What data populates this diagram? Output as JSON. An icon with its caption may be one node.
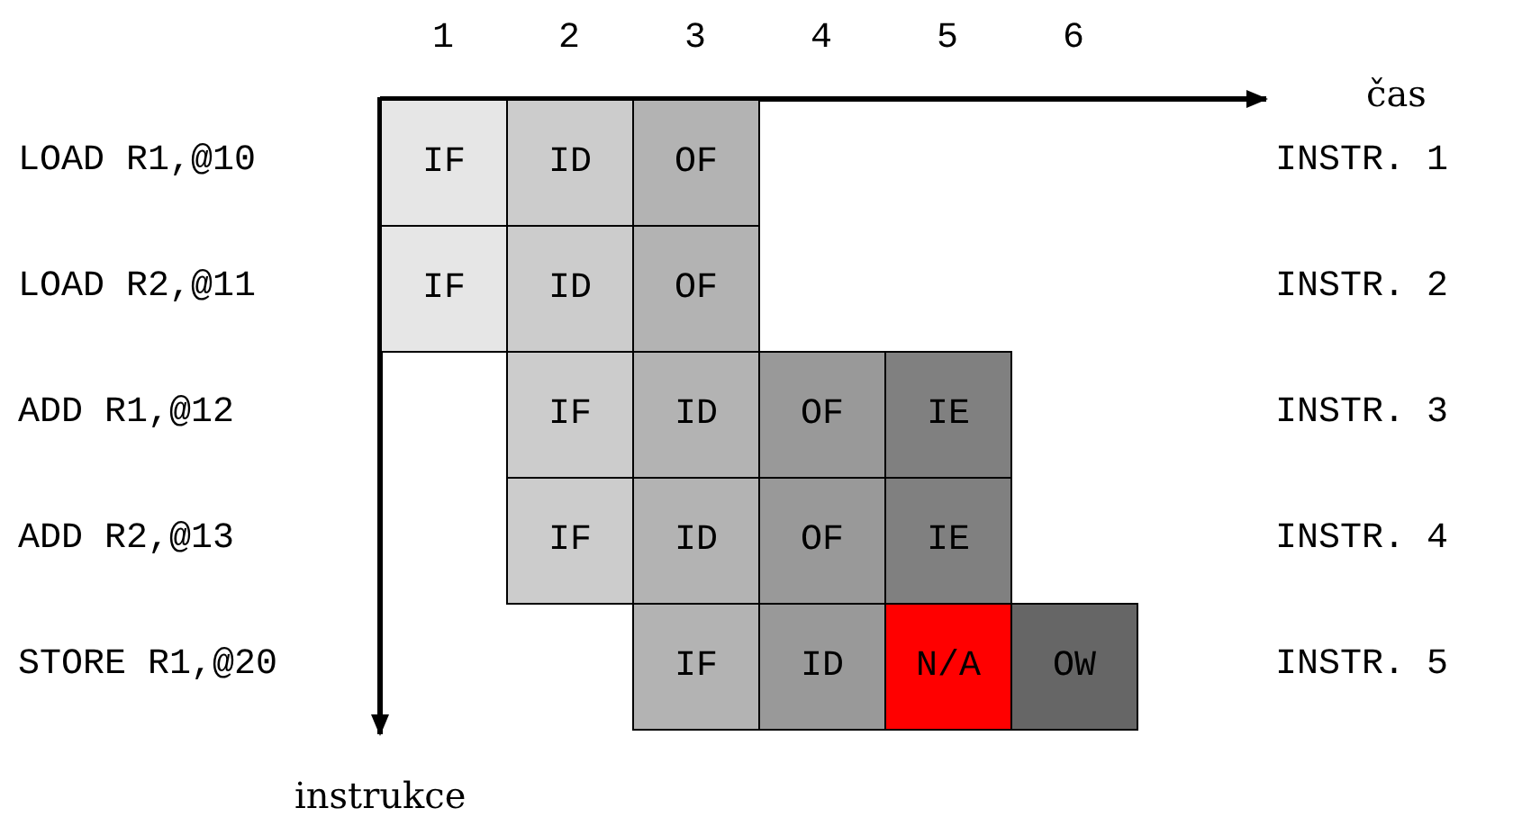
{
  "diagram": {
    "nodes": [
      {
        "text": [
          "IF"
        ]
      },
      {
        "text": [
          "ID"
        ]
      },
      {
        "text": [
          "OF"
        ]
      },
      {
        "text": [
          "IF"
        ]
      },
      {
        "text": [
          "ID"
        ]
      },
      {
        "text": [
          "OF"
        ]
      },
      {
        "text": [
          "IF"
        ]
      },
      {
        "text": [
          "ID"
        ]
      },
      {
        "text": [
          "OF"
        ]
      },
      {
        "text": [
          "IE"
        ]
      },
      {
        "text": [
          "IF"
        ]
      },
      {
        "text": [
          "ID"
        ]
      },
      {
        "text": [
          "OF"
        ]
      },
      {
        "text": [
          "IE"
        ]
      },
      {
        "text": [
          "IF"
        ]
      },
      {
        "text": [
          "ID"
        ]
      },
      {
        "text": [
          "N/A"
        ]
      },
      {
        "text": [
          "OW"
        ]
      }
    ],
    "labels": [
      "1",
      "2",
      "3",
      "4",
      "5",
      "6",
      "čas",
      "LOAD R1,@10",
      "INSTR. 1",
      "LOAD R2,@11",
      "INSTR. 2",
      "ADD R1,@12",
      "INSTR. 3",
      "ADD R2,@13",
      "INSTR. 4",
      "STORE R1,@20",
      "INSTR. 5",
      "instrukce"
    ]
  }
}
